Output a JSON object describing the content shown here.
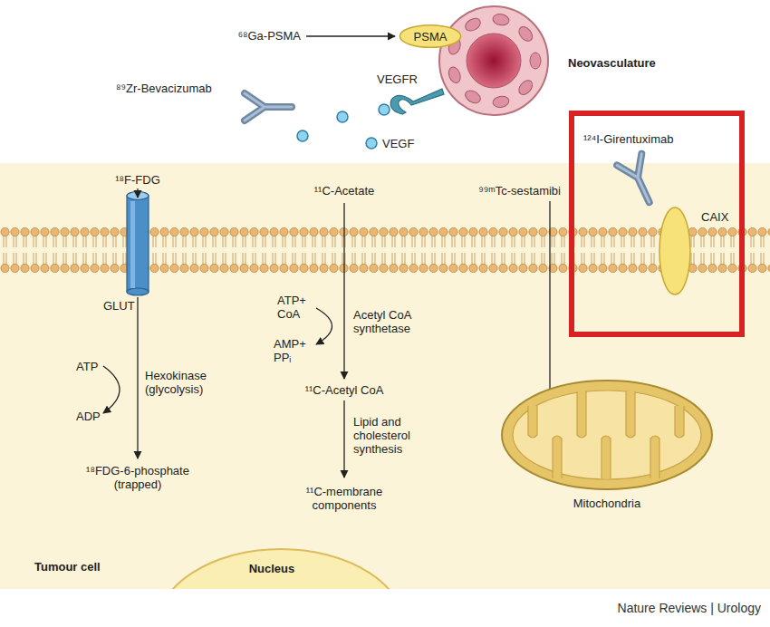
{
  "diagram": {
    "nodes": [
      {
        "text": [
          "Neovasculature"
        ]
      },
      {
        "text": [
          "PSMA"
        ]
      },
      {
        "text": [
          "¹²⁴I-Girentuximab",
          "CAIX"
        ]
      },
      {
        "text": [
          "Tumour cell"
        ]
      },
      {
        "text": [
          "Mitochondria"
        ],
        "in": 3
      },
      {
        "text": [
          "Nucleus"
        ],
        "in": 3
      }
    ],
    "labels": [
      "⁶⁸Ga-PSMA",
      "⁸⁹Zr-Bevacizumab",
      "VEGFR",
      "VEGF",
      "¹⁸F-FDG",
      "GLUT",
      "ATP",
      "Hexokinase (glycolysis)",
      "ADP",
      "¹⁸FDG-6-phosphate (trapped)",
      "¹¹C-Acetate",
      "ATP+ CoA",
      "Acetyl CoA synthetase",
      "AMP+ PPᵢ",
      "¹¹C-Acetyl CoA",
      "Lipid and cholesterol synthesis",
      "¹¹C-membrane components",
      "⁹⁹ᵐTc-sestamibi",
      "Nature Reviews | Urology"
    ]
  }
}
